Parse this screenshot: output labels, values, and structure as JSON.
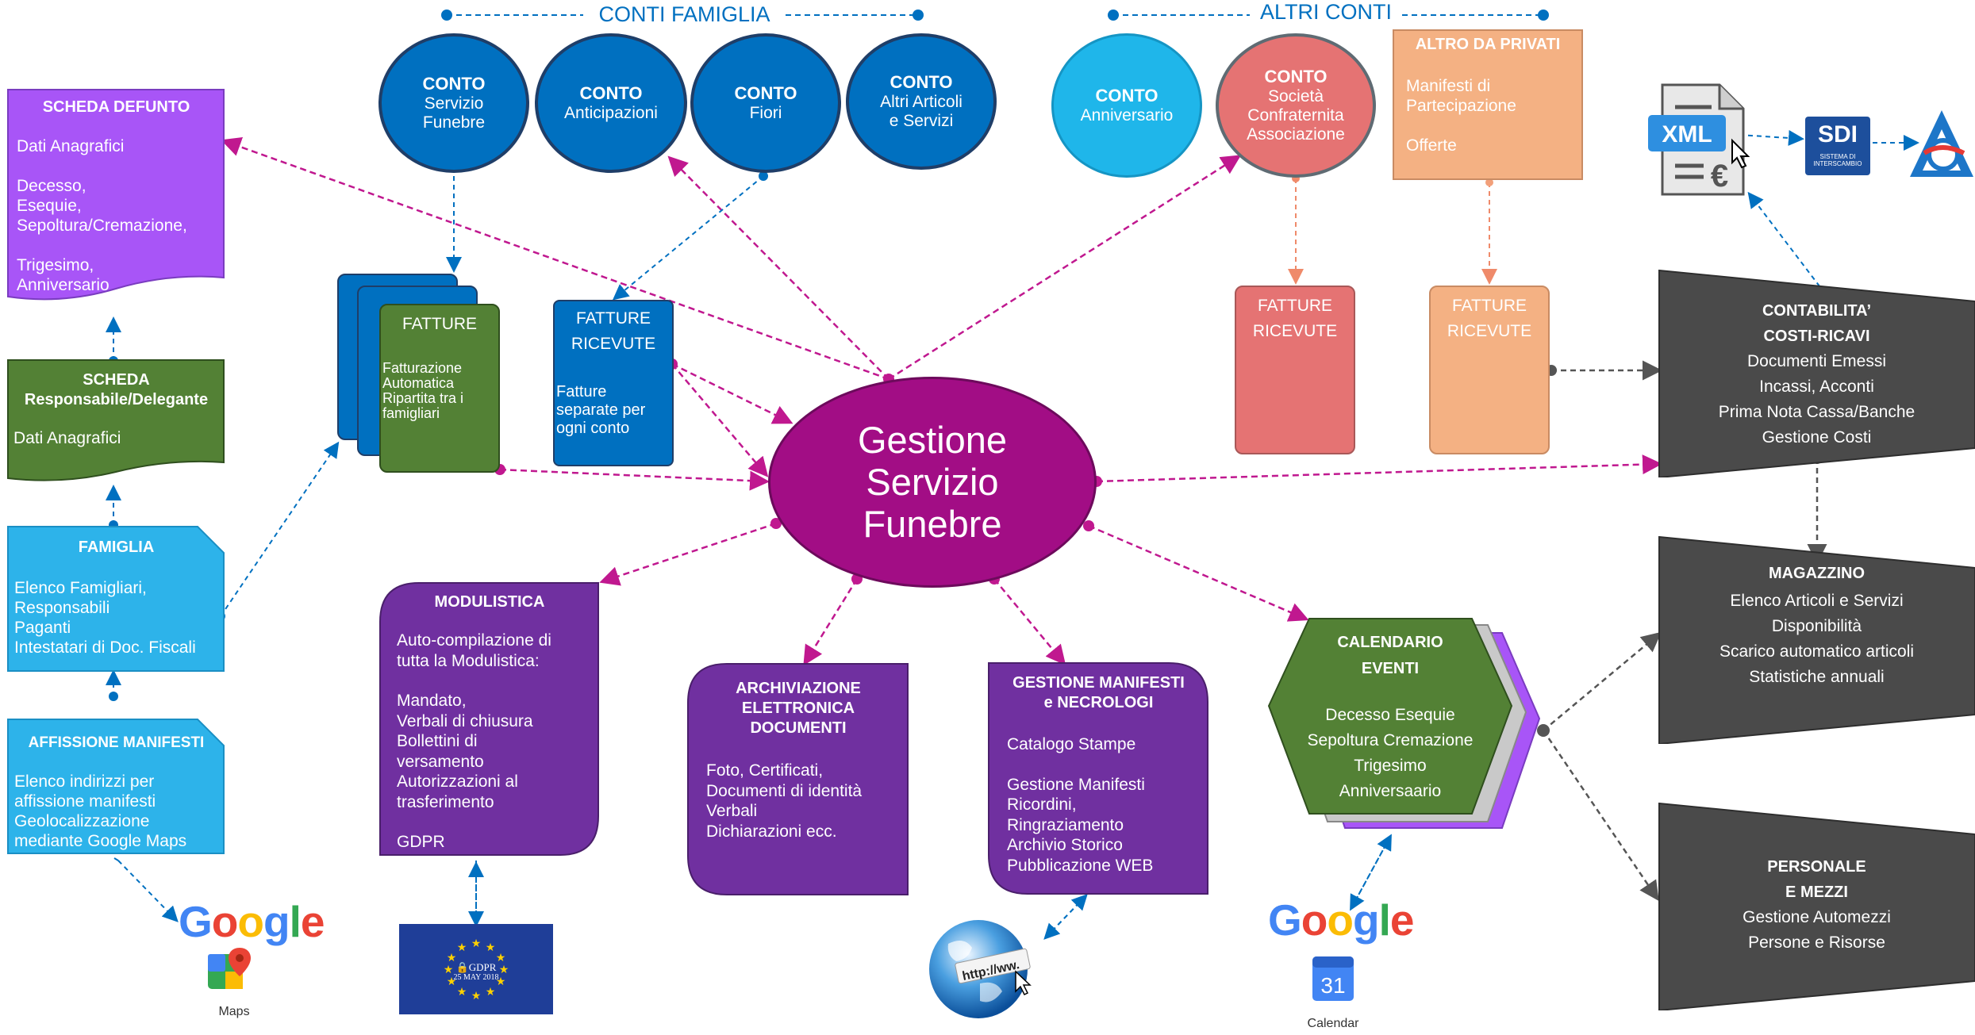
{
  "colors": {
    "blue": "#0070c0",
    "light_blue": "#2db3ea",
    "magenta": "#a20d85",
    "purple_dark": "#7030a0",
    "purple_light": "#a855f7",
    "green": "#538135",
    "salmon": "#f4b183",
    "red": "#e57373",
    "dark_gray": "#4a4a4a"
  },
  "headers": {
    "conti_famiglia": "CONTI FAMIGLIA",
    "altri_conti": "ALTRI CONTI"
  },
  "center": {
    "l1": "Gestione",
    "l2": "Servizio",
    "l3": "Funebre"
  },
  "conti": [
    {
      "title": "CONTO",
      "lines": [
        "Servizio",
        "Funebre"
      ]
    },
    {
      "title": "CONTO",
      "lines": [
        "Anticipazioni"
      ]
    },
    {
      "title": "CONTO",
      "lines": [
        "Fiori"
      ]
    },
    {
      "title": "CONTO",
      "lines": [
        "Altri Articoli",
        "e Servizi"
      ]
    },
    {
      "title": "CONTO",
      "lines": [
        "Anniversario"
      ]
    },
    {
      "title": "CONTO",
      "lines": [
        "Società",
        "Confraternita",
        "Associazione"
      ]
    }
  ],
  "altro_privati": {
    "title": "ALTRO DA PRIVATI",
    "lines": [
      "Manifesti di",
      "Partecipazione",
      "",
      "Offerte"
    ]
  },
  "fatture_ric_red": {
    "lines": [
      "FATTURE",
      "RICEVUTE"
    ]
  },
  "fatture_ric_salmon": {
    "lines": [
      "FATTURE",
      "RICEVUTE"
    ]
  },
  "fatture_ric_blue": {
    "lines": [
      "FATTURE",
      "RICEVUTE"
    ],
    "body": [
      "Fatture",
      "separate per",
      "ogni conto"
    ]
  },
  "fatture": {
    "title": "FATTURE",
    "body": [
      "Fatturazione",
      "Automatica",
      "Ripartita tra i",
      "famigliari"
    ]
  },
  "scheda_defunto": {
    "title": "SCHEDA DEFUNTO",
    "body": [
      "Dati Anagrafici",
      "",
      "Decesso,",
      "Esequie,",
      "Sepoltura/Cremazione,",
      "",
      "Trigesimo,",
      "Anniversario"
    ]
  },
  "scheda_resp": {
    "title1": "SCHEDA",
    "title2": "Responsabile/Delegante",
    "body": [
      "Dati Anagrafici"
    ]
  },
  "famiglia": {
    "title": "FAMIGLIA",
    "body": [
      "Elenco Famigliari,",
      "Responsabili",
      "Paganti",
      "Intestatari di Doc. Fiscali"
    ]
  },
  "affissione": {
    "title": "AFFISSIONE MANIFESTI",
    "body": [
      "Elenco indirizzi per",
      "affissione manifesti",
      "Geolocalizzazione",
      "mediante Google Maps"
    ]
  },
  "modulistica": {
    "title": "MODULISTICA",
    "body": [
      "Auto-compilazione di",
      "tutta la Modulistica:",
      "",
      "Mandato,",
      "Verbali di chiusura",
      "Bollettini di",
      "versamento",
      "Autorizzazioni al",
      "trasferimento",
      "",
      "GDPR"
    ]
  },
  "archiviazione": {
    "title": [
      "ARCHIVIAZIONE",
      "ELETTRONICA",
      "DOCUMENTI"
    ],
    "body": [
      "Foto, Certificati,",
      "Documenti di identità",
      "Verbali",
      "Dichiarazioni ecc."
    ]
  },
  "manifesti": {
    "title": [
      "GESTIONE MANIFESTI",
      "e NECROLOGI"
    ],
    "body": [
      "Catalogo Stampe",
      "",
      "Gestione Manifesti",
      "Ricordini,",
      "Ringraziamento",
      "Archivio Storico",
      "Pubblicazione  WEB"
    ]
  },
  "calendario": {
    "title": [
      "CALENDARIO",
      "EVENTI"
    ],
    "body": [
      "Decesso Esequie",
      "Sepoltura Cremazione",
      "Trigesimo",
      "Anniversaario"
    ]
  },
  "contabilita": {
    "title": [
      "CONTABILITA’",
      "COSTI-RICAVI"
    ],
    "body": [
      "Documenti Emessi",
      "Incassi, Acconti",
      "Prima Nota Cassa/Banche",
      "Gestione Costi"
    ]
  },
  "magazzino": {
    "title": [
      "MAGAZZINO"
    ],
    "body": [
      "Elenco Articoli e Servizi",
      "Disponibilità",
      "Scarico automatico articoli",
      "Statistiche annuali"
    ]
  },
  "personale": {
    "title": [
      "PERSONALE",
      "E MEZZI"
    ],
    "body": [
      "Gestione Automezzi",
      "Persone e Risorse"
    ]
  },
  "logos": {
    "google": "Google",
    "maps": "Maps",
    "calendar": "Calendar",
    "cal_day": "31",
    "gdpr": "GDPR",
    "gdpr_date": "25 MAY 2018",
    "xml": "XML",
    "sdi": "SDI",
    "sdi_sub": "SISTEMA DI INTERSCAMBIO",
    "web": "http://ww."
  }
}
